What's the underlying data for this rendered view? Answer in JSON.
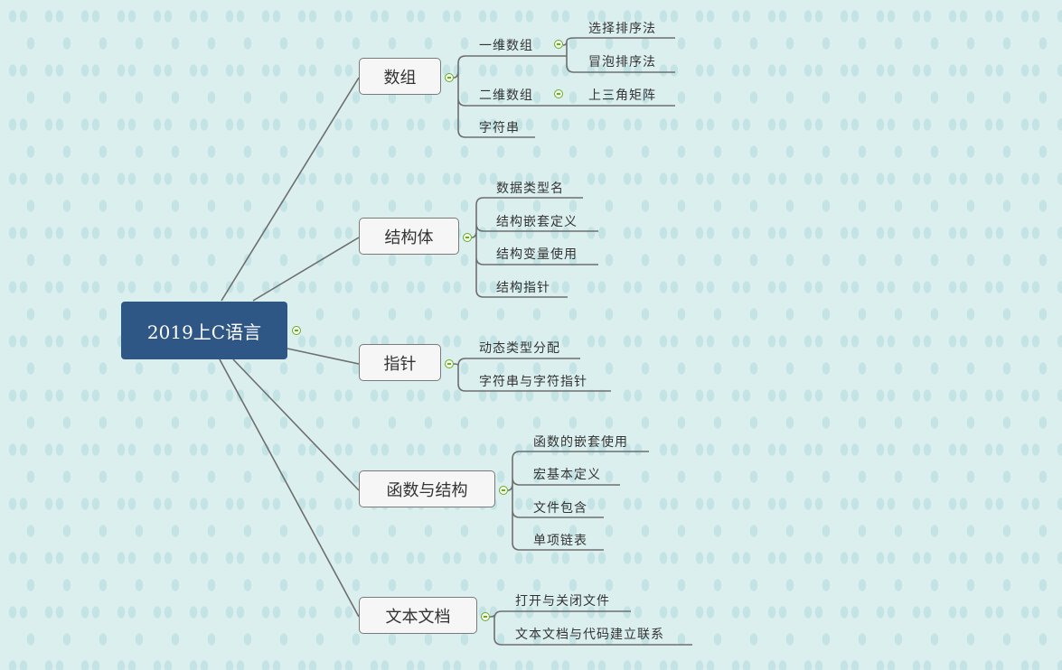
{
  "root": {
    "label": "2019上C语言"
  },
  "topics": [
    {
      "label": "数组",
      "children": [
        {
          "label": "一维数组",
          "children": [
            {
              "label": "选择排序法"
            },
            {
              "label": "冒泡排序法"
            }
          ]
        },
        {
          "label": "二维数组",
          "children": [
            {
              "label": "上三角矩阵"
            }
          ]
        },
        {
          "label": "字符串"
        }
      ]
    },
    {
      "label": "结构体",
      "children": [
        {
          "label": "数据类型名"
        },
        {
          "label": "结构嵌套定义"
        },
        {
          "label": "结构变量使用"
        },
        {
          "label": "结构指针"
        }
      ]
    },
    {
      "label": "指针",
      "children": [
        {
          "label": "动态类型分配"
        },
        {
          "label": "字符串与字符指针"
        }
      ]
    },
    {
      "label": "函数与结构",
      "children": [
        {
          "label": "函数的嵌套使用"
        },
        {
          "label": "宏基本定义"
        },
        {
          "label": "文件包含"
        },
        {
          "label": "单项链表"
        }
      ]
    },
    {
      "label": "文本文档",
      "children": [
        {
          "label": "打开与关闭文件"
        },
        {
          "label": "文本文档与代码建立联系"
        }
      ]
    }
  ],
  "colors": {
    "root": "#2f5786",
    "collapse": "#6aaa2a",
    "line": "#6e6e6e"
  }
}
